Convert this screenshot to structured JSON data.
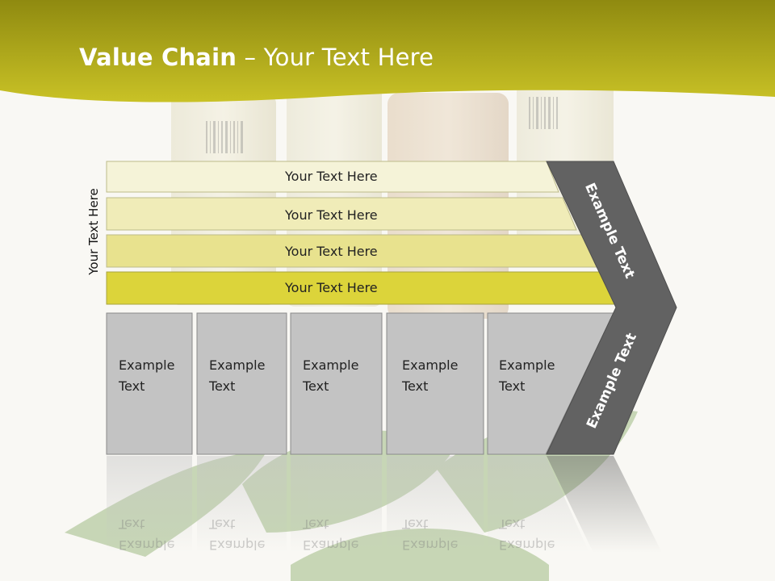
{
  "title": {
    "bold": "Value Chain",
    "rest": " – Your Text Here"
  },
  "side_label": "Your Text Here",
  "bands": [
    {
      "label": "Your Text Here"
    },
    {
      "label": "Your Text Here"
    },
    {
      "label": "Your Text Here"
    },
    {
      "label": "Your Text Here"
    }
  ],
  "boxes": [
    {
      "line1": "Example",
      "line2": "Text"
    },
    {
      "line1": "Example",
      "line2": "Text"
    },
    {
      "line1": "Example",
      "line2": "Text"
    },
    {
      "line1": "Example",
      "line2": "Text"
    },
    {
      "line1": "Example",
      "line2": "Text"
    }
  ],
  "chevron": {
    "upper": "Example Text",
    "lower": "Example Text"
  },
  "colors": {
    "header": "#b9b21c",
    "band1": "#f5f3d8",
    "band2": "#f0ecb8",
    "band3": "#e8e28e",
    "band4": "#dcd43a",
    "box": "#c3c3c3",
    "chevron": "#626262"
  }
}
